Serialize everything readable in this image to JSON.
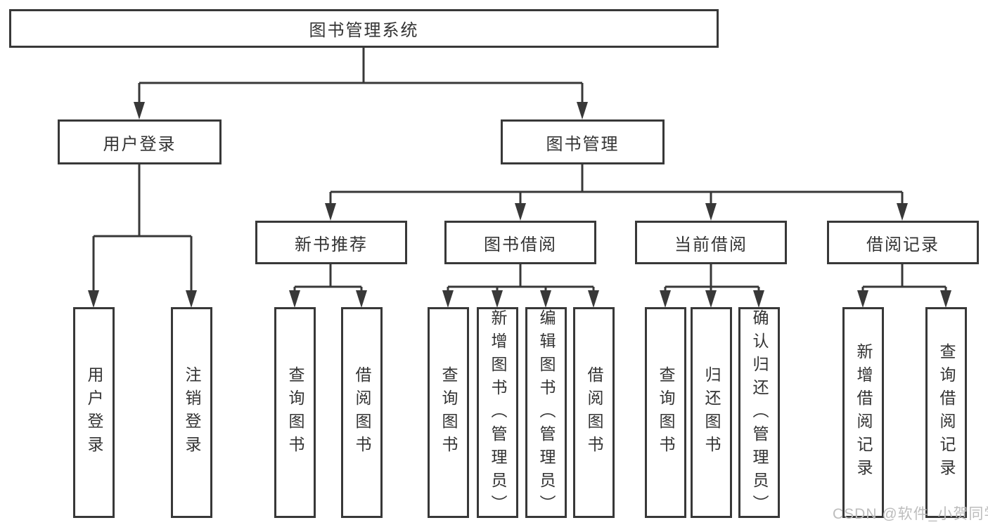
{
  "tree": {
    "root": {
      "label": "图书管理系统"
    },
    "branches": [
      {
        "label": "用户登录",
        "leaves": [
          {
            "label": "用户登录"
          },
          {
            "label": "注销登录"
          }
        ]
      },
      {
        "label": "图书管理",
        "groups": [
          {
            "label": "新书推荐",
            "leaves": [
              {
                "label": "查询图书"
              },
              {
                "label": "借阅图书"
              }
            ]
          },
          {
            "label": "图书借阅",
            "leaves": [
              {
                "label": "查询图书"
              },
              {
                "label": "新增图书（管理员）"
              },
              {
                "label": "编辑图书（管理员）"
              },
              {
                "label": "借阅图书"
              }
            ]
          },
          {
            "label": "当前借阅",
            "leaves": [
              {
                "label": "查询图书"
              },
              {
                "label": "归还图书"
              },
              {
                "label": "确认归还（管理员）"
              }
            ]
          },
          {
            "label": "借阅记录",
            "leaves": [
              {
                "label": "新增借阅记录"
              },
              {
                "label": "查询借阅记录"
              }
            ]
          }
        ]
      }
    ]
  },
  "watermark": "CSDN @软件_小贺同学",
  "colors": {
    "line": "#383838",
    "text": "#333333",
    "watermark": "#bdbdbd",
    "background": "#ffffff"
  }
}
